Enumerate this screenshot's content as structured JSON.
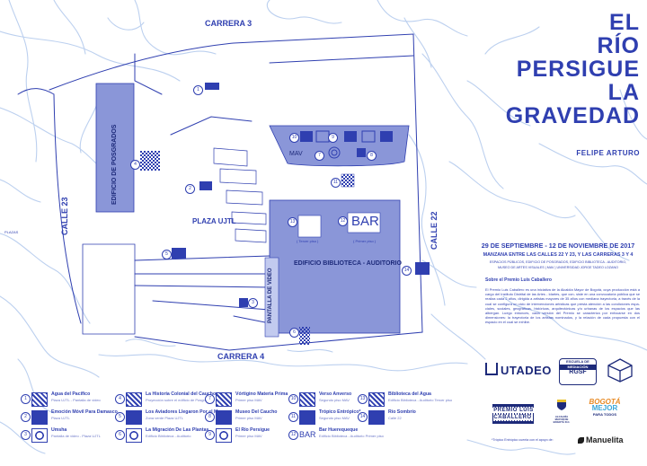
{
  "title_lines": [
    "EL",
    "RÍO",
    "PERSIGUE",
    "LA",
    "GRAVEDAD"
  ],
  "artist": "FELIPE ARTURO",
  "dates": "29 DE SEPTIEMBRE - 12 DE NOVIEMBRE DE 2017",
  "location": "MANZANA ENTRE LAS CALLES 22 Y 23, Y LAS CARRERAS 3 Y 4",
  "venues_line1": "ESPACIOS PÚBLICOS, EDIFICIO DE POSGRADOS, EDIFICIO BIBLIOTECA - AUDITORIO,",
  "venues_line2": "MUSEO DE ARTES VISUALES | MAV | UNIVERSIDAD JORGE TADEO LOZANO",
  "prize_heading": "Sobre el Premio Luis Caballero",
  "prize_text": "El Premio Luis Caballero es una iniciativa de la Alcaldía Mayor de Bogotá, cuya producción está a cargo del Instituto Distrital de las Artes - Idartes, que con- siste en una convocatoria pública que se realiza cada 2 años, dirigida a artistas mayores de 35 años con mediana trayectoria, a través de la cual se configura un ciclo de intervenciones artísticas que presta atención a las condiciones espa- ciales, sociales, geográficas, históricas, arquitectónicas y/o urbanas de los espacios que las albergan. Luego entonces, cada versión del Premio se caracteriza por enfocarse en dos dimensiones: la trayectoria de los artistas nominados, y la relación de cada propuesta con el espacio en el cual se exhibe.",
  "map": {
    "carrera3": "CARRERA 3",
    "carrera4": "CARRERA 4",
    "calle23": "CALLE 23",
    "calle22": "CALLE 22",
    "posgrados": "EDIFICIO DE POSGRADOS",
    "plaza": "PLAZA UJTL",
    "mav": "MAV",
    "biblioteca": "EDIFICIO BIBLIOTECA - AUDITORIO",
    "pantalla": "PANTALLA DE VIDEO",
    "bar": "BAR",
    "tercer_piso": "( Tercer piso )",
    "primer_piso": "( Primer piso )",
    "plazas": "PLAZAS",
    "map_numbers": [
      "1",
      "2",
      "3",
      "4",
      "5",
      "6",
      "7",
      "8",
      "9",
      "10",
      "11",
      "12",
      "13",
      "14"
    ]
  },
  "legend": [
    {
      "n": "1",
      "name": "Agua del Pacífico",
      "sub": "Plaza UJTL - Pantalla de video"
    },
    {
      "n": "2",
      "name": "Emoción Móvil Para Damasco",
      "sub": "Plaza UJTL"
    },
    {
      "n": "3",
      "name": "Umsha",
      "sub": "Pantalla de video - Plaza UJTL"
    },
    {
      "n": "4",
      "name": "La Historia Colonial del Caucho",
      "sub": "Proyección sobre el edificio de Posgrados"
    },
    {
      "n": "5",
      "name": "Los Aviadores Llegaron Por el Mar",
      "sub": "Zona verde Plaza UJTL"
    },
    {
      "n": "6",
      "name": "La Migración De Las Plantas",
      "sub": "Edificio Biblioteca - Auditorio"
    },
    {
      "n": "7",
      "name": "Vórtigino Materia Prima",
      "sub": "Primer piso MAV"
    },
    {
      "n": "8",
      "name": "Museo Del Caucho",
      "sub": "Primer piso MAV"
    },
    {
      "n": "9",
      "name": "El Río Persigue",
      "sub": "Primer piso MAV"
    },
    {
      "n": "10",
      "name": "Verso Anverso",
      "sub": "Segundo piso MAV"
    },
    {
      "n": "11",
      "name": "Trópico Entrópico*",
      "sub": "Segundo piso MAV"
    },
    {
      "n": "12",
      "name": "Bar Huerequeque",
      "sub": "Edificio Biblioteca - Auditorio Primer piso"
    },
    {
      "n": "13",
      "name": "Biblioteca del Agua",
      "sub": "Edificio Biblioteca - Auditorio Tercer piso"
    },
    {
      "n": "14",
      "name": "Río Sombrío",
      "sub": "Calle 22"
    }
  ],
  "legend_bar_icon": "BAR",
  "logos": {
    "utadeo": "UTADEO",
    "escuela1": "ESCUELA DE",
    "escuela2": "MEDIACIÓN",
    "escuela3": "RGSF",
    "premio": "PREMIO LUIS CABALLERO",
    "alcaldia": "ALCALDÍA MAYOR DE BOGOTÁ D.C.",
    "bogota1": "BOGOTÁ",
    "bogota2": "MEJOR",
    "bogota3": "PARA TODOS",
    "manuelita": "Manuelita"
  },
  "footnote": "*Trópico Entrópico cuenta con el apoyo de:"
}
